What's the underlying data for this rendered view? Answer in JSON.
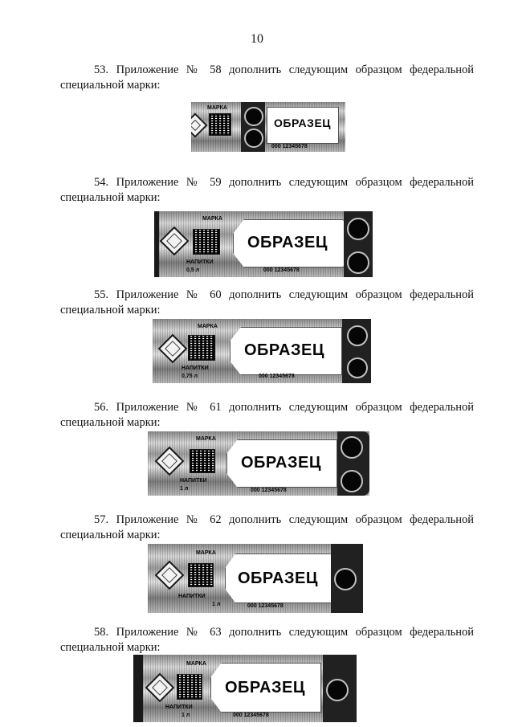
{
  "page": {
    "number": "10"
  },
  "sample_word": "ОБРАЗЕЦ",
  "serial": "000 12345678",
  "mark_label": "МАРКА",
  "drinks_label": "НАПИТКИ",
  "items": [
    {
      "line1": "53. Приложение № 58 дополнить следующим образцом федеральной",
      "line2": "специальной марки:",
      "volume": ""
    },
    {
      "line1": "54. Приложение № 59 дополнить следующим образцом федеральной",
      "line2": "специальной марки:",
      "volume": "0,5 л"
    },
    {
      "line1": "55. Приложение № 60 дополнить следующим образцом федеральной",
      "line2": "специальной марки:",
      "volume": "0,75 л"
    },
    {
      "line1": "56. Приложение № 61 дополнить следующим образцом федеральной",
      "line2": "специальной марки:",
      "volume": "1 л"
    },
    {
      "line1": "57. Приложение № 62 дополнить следующим образцом федеральной",
      "line2": "специальной марки:",
      "volume": "1 л"
    },
    {
      "line1": "58. Приложение № 63 дополнить следующим образцом федеральной",
      "line2": "специальной марки:",
      "volume": "1 л"
    }
  ]
}
